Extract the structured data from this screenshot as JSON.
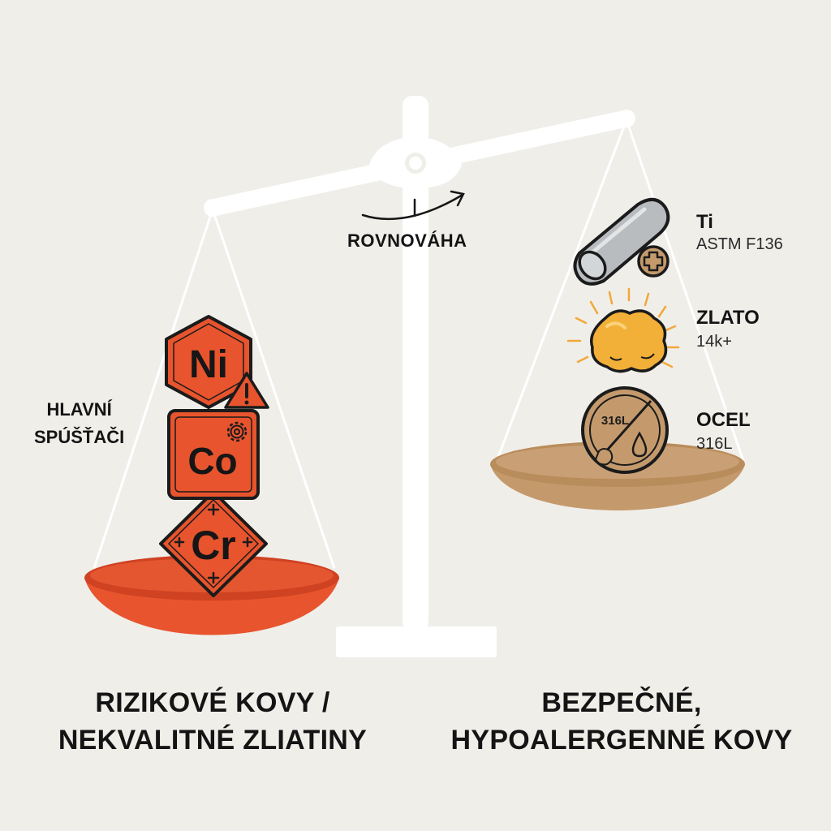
{
  "balance": {
    "label": "ROVNOVÁHA"
  },
  "left_pan": {
    "trigger_label_line1": "HLAVNÍ",
    "trigger_label_line2": "SPÚŠŤAČI",
    "elements": [
      {
        "symbol": "Ni",
        "marker": "warning-icon"
      },
      {
        "symbol": "Co",
        "marker": "gear-icon"
      },
      {
        "symbol": "Cr",
        "marker": "plus-icon"
      }
    ],
    "caption_line1": "RIZIKOVÉ KOVY /",
    "caption_line2": "NEKVALITNÉ ZLIATINY"
  },
  "right_pan": {
    "metals": [
      {
        "name": "Ti",
        "detail": "ASTM F136",
        "icon": "titanium-rod-icon"
      },
      {
        "name": "ZLATO",
        "detail": "14k+",
        "icon": "gold-nugget-icon"
      },
      {
        "name": "OCEĽ",
        "detail": "316L",
        "icon": "steel-coin-icon",
        "coin_text": "316L"
      }
    ],
    "caption_line1": "BEZPEČNÉ,",
    "caption_line2": "HYPOALERGENNÉ KOVY"
  },
  "colors": {
    "background": "#f0eee9",
    "scale": "#ffffff",
    "risk_orange": "#e8542d",
    "safe_tan": "#c49a6c",
    "outline": "#1b1b1b",
    "gold": "#f2b038"
  }
}
